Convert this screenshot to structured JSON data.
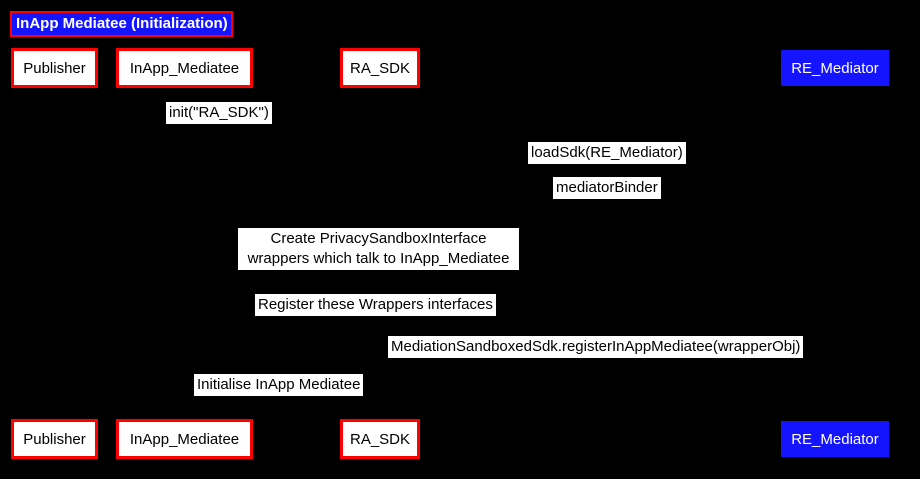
{
  "diagram": {
    "title": "InApp Mediatee (Initialization)",
    "actors": {
      "publisher": {
        "label": "Publisher"
      },
      "inapp_mediatee": {
        "label": "InApp_Mediatee"
      },
      "ra_sdk": {
        "label": "RA_SDK"
      },
      "re_mediator": {
        "label": "RE_Mediator"
      }
    },
    "messages": {
      "init": {
        "label": "init(\"RA_SDK\")"
      },
      "load_sdk": {
        "label": "loadSdk(RE_Mediator)"
      },
      "mediator_binder": {
        "label": "mediatorBinder"
      },
      "create_wrappers": {
        "lines": {
          "0": "Create PrivacySandboxInterface",
          "1": "wrappers which talk to InApp_Mediatee"
        }
      },
      "register_wrappers": {
        "label": "Register these Wrappers interfaces"
      },
      "register_inapp_mediatee": {
        "label": "MediationSandboxedSdk.registerInAppMediatee(wrapperObj)"
      },
      "initialise": {
        "label": "Initialise InApp Mediatee"
      }
    },
    "colors": {
      "background": "#000000",
      "actor_border": "#ff0000",
      "actor_fill": "#ffffff",
      "highlight_fill": "#1414ff",
      "message_background": "#ffffff",
      "message_text": "#000000",
      "title_text": "#ffffff"
    }
  }
}
